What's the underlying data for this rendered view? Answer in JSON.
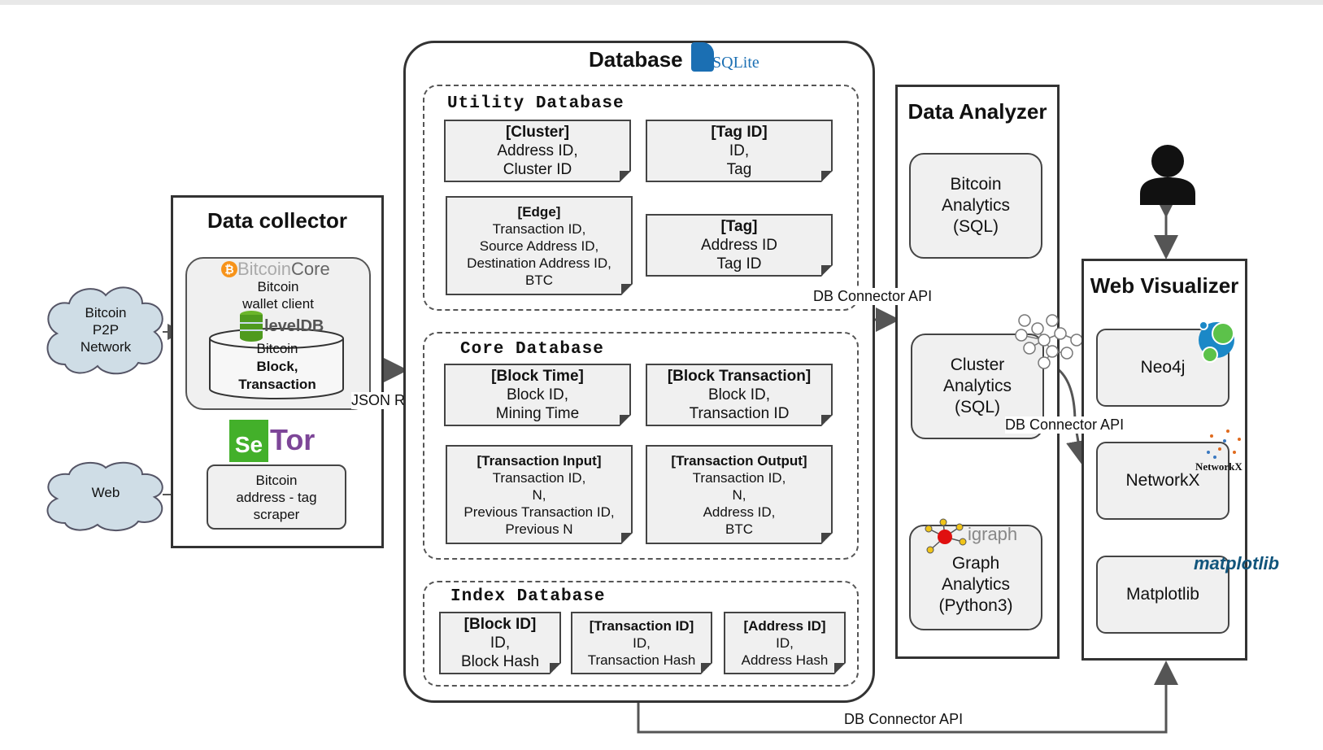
{
  "database": {
    "title": "Database",
    "logo_text": "SQLite",
    "utility": {
      "title": "Utility Database",
      "cluster": {
        "header": "[Cluster]",
        "lines": [
          "Address ID,",
          "Cluster ID"
        ]
      },
      "tag_id": {
        "header": "[Tag ID]",
        "lines": [
          "ID,",
          "Tag"
        ]
      },
      "edge": {
        "header": "[Edge]",
        "lines": [
          "Transaction ID,",
          "Source Address ID,",
          "Destination Address ID,",
          "BTC"
        ]
      },
      "tag": {
        "header": "[Tag]",
        "lines": [
          "Address ID",
          "Tag ID"
        ]
      }
    },
    "core": {
      "title": "Core Database",
      "block_time": {
        "header": "[Block Time]",
        "lines": [
          "Block ID,",
          "Mining Time"
        ]
      },
      "block_tx": {
        "header": "[Block Transaction]",
        "lines": [
          "Block ID,",
          "Transaction ID"
        ]
      },
      "tx_input": {
        "header": "[Transaction Input]",
        "lines": [
          "Transaction ID,",
          "N,",
          "Previous Transaction ID,",
          "Previous N"
        ]
      },
      "tx_output": {
        "header": "[Transaction Output]",
        "lines": [
          "Transaction ID,",
          "N,",
          "Address ID,",
          "BTC"
        ]
      }
    },
    "index": {
      "title": "Index Database",
      "block_id": {
        "header": "[Block ID]",
        "lines": [
          "ID,",
          "Block Hash"
        ]
      },
      "tx_id": {
        "header": "[Transaction ID]",
        "lines": [
          "ID,",
          "Transaction Hash"
        ]
      },
      "addr_id": {
        "header": "[Address ID]",
        "lines": [
          "ID,",
          "Address Hash"
        ]
      }
    }
  },
  "collector": {
    "title": "Data collector",
    "bitcoincore_logo": {
      "b": "Bitcoin",
      "c": "Core"
    },
    "wallet": [
      "Bitcoin",
      "wallet client"
    ],
    "leveldb_logo": "levelDB",
    "cylinder": {
      "l1": "Bitcoin",
      "l2": "Block,",
      "l3": "Transaction"
    },
    "selenium_logo": "Se",
    "tor_logo": "Tor",
    "scraper": [
      "Bitcoin",
      "address - tag",
      "scraper"
    ]
  },
  "clouds": {
    "p2p": [
      "Bitcoin",
      "P2P",
      "Network"
    ],
    "web": "Web"
  },
  "analyzer": {
    "title": "Data Analyzer",
    "bitcoin": [
      "Bitcoin",
      "Analytics",
      "(SQL)"
    ],
    "cluster": [
      "Cluster",
      "Analytics",
      "(SQL)"
    ],
    "graph": [
      "Graph",
      "Analytics",
      "(Python3)"
    ],
    "igraph_logo": "igraph"
  },
  "visualizer": {
    "title": "Web Visualizer",
    "neo4j": "Neo4j",
    "networkx": "NetworkX",
    "networkx_logo": "NetworkX",
    "matplotlib": "Matplotlib",
    "matplotlib_logo": "matplotlib"
  },
  "labels": {
    "json_rpc": "JSON RPC",
    "db_api_1": "DB Connector API",
    "db_api_2": "DB Connector API",
    "db_api_3": "DB Connector API"
  },
  "colors": {
    "sqlite_blue": "#1b6fb3",
    "bitcoin_orange": "#f7931a",
    "selenium_green": "#43b02a",
    "tor_purple": "#7d4698",
    "neo4j_blue": "#1b88c7",
    "matplotlib_blue": "#11557c"
  }
}
